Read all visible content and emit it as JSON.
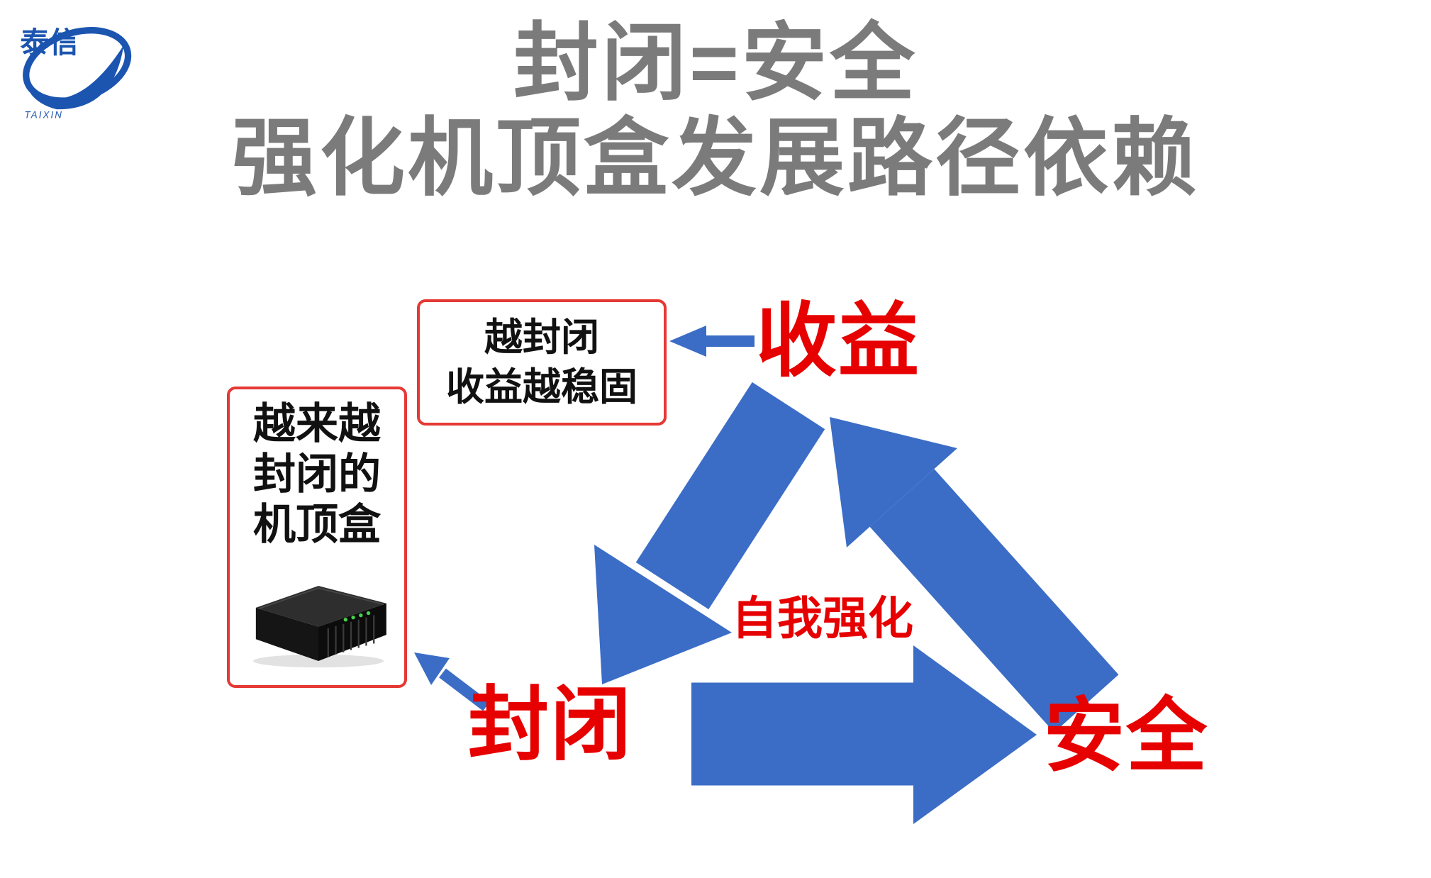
{
  "logo": {
    "name": "泰信",
    "subtext": "TAIXIN"
  },
  "header": {
    "title": "封闭=安全",
    "subtitle": "强化机顶盒发展路径依赖"
  },
  "diagram": {
    "node_revenue": "收益",
    "node_closed": "封闭",
    "node_safe": "安全",
    "center_label": "自我强化",
    "callout_revenue": {
      "line1": "越封闭",
      "line2": "收益越稳固"
    },
    "callout_stb": {
      "line1": "越来越",
      "line2": "封闭的",
      "line3": "机顶盒"
    }
  },
  "colors": {
    "arrow_blue": "#3b6dc6",
    "node_red": "#e60000",
    "title_gray": "#7b7b7b",
    "callout_border": "#e53935",
    "logo_blue": "#1b55b0"
  }
}
